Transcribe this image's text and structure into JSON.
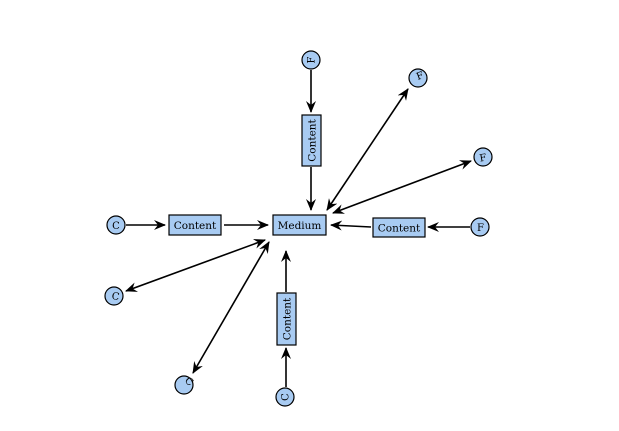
{
  "diagram": {
    "center": {
      "label": "Medium"
    },
    "contents": [
      {
        "id": "content-top",
        "label": "Content"
      },
      {
        "id": "content-left",
        "label": "Content"
      },
      {
        "id": "content-right",
        "label": "Content"
      },
      {
        "id": "content-bottom",
        "label": "Content"
      }
    ],
    "terminals": [
      {
        "id": "f-top",
        "label": "F"
      },
      {
        "id": "f-upper-right",
        "label": "F"
      },
      {
        "id": "f-right-high",
        "label": "F"
      },
      {
        "id": "f-right",
        "label": "F"
      },
      {
        "id": "c-left",
        "label": "C"
      },
      {
        "id": "c-lower-left",
        "label": "C"
      },
      {
        "id": "c-bottom-left",
        "label": "C"
      },
      {
        "id": "c-bottom",
        "label": "C"
      }
    ],
    "colors": {
      "node_fill": "#a8cbf2",
      "stroke": "#000000"
    }
  }
}
